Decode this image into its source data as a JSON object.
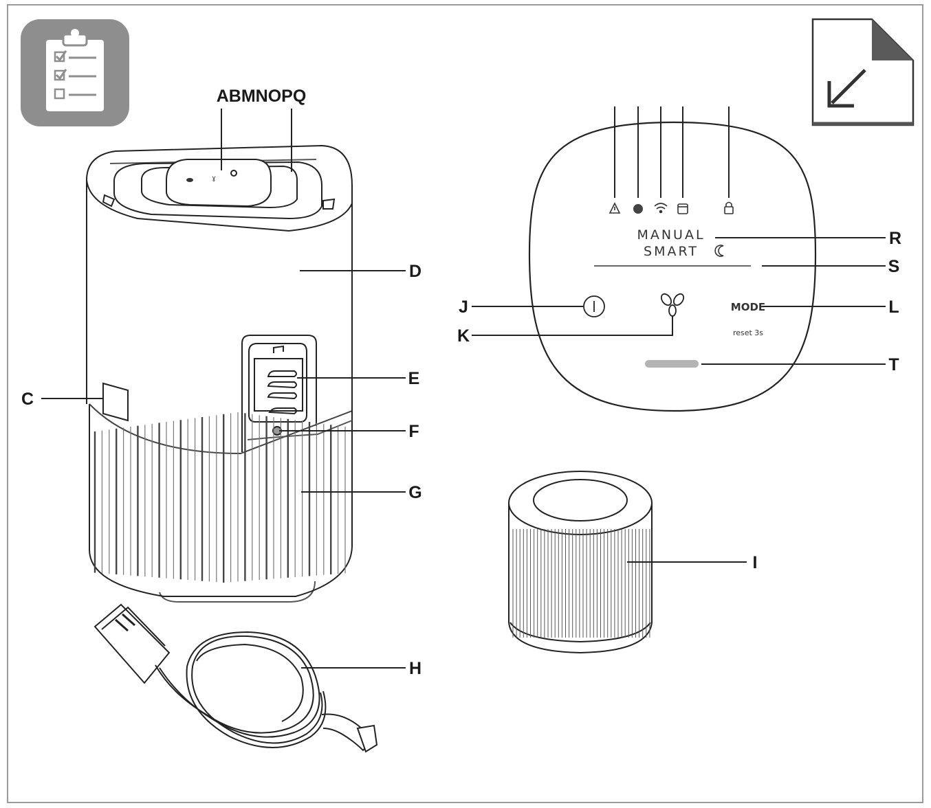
{
  "callouts": {
    "top": "ABMNOPQ",
    "c": "C",
    "d": "D",
    "e": "E",
    "f": "F",
    "g": "G",
    "h": "H",
    "i": "I",
    "j": "J",
    "k": "K",
    "l": "L",
    "r": "R",
    "s": "S",
    "t": "T"
  },
  "control_panel": {
    "manual": "MANUAL",
    "smart": "SMART",
    "mode": "MODE",
    "reset": "reset 3s"
  },
  "icons": {
    "checklist": "checklist-icon",
    "arrow": "arrow-down-left-icon",
    "warning": "warning-icon",
    "dot": "dot-indicator-icon",
    "wifi": "wifi-icon",
    "filter": "filter-indicator-icon",
    "lock": "lock-icon",
    "moon": "night-mode-icon",
    "power": "power-button-icon",
    "fan": "fan-icon"
  },
  "colors": {
    "line": "#1a1a1a",
    "frame": "#9a9a9a",
    "badge": "#8e8e8e",
    "light_bar": "#b4b4b4"
  }
}
